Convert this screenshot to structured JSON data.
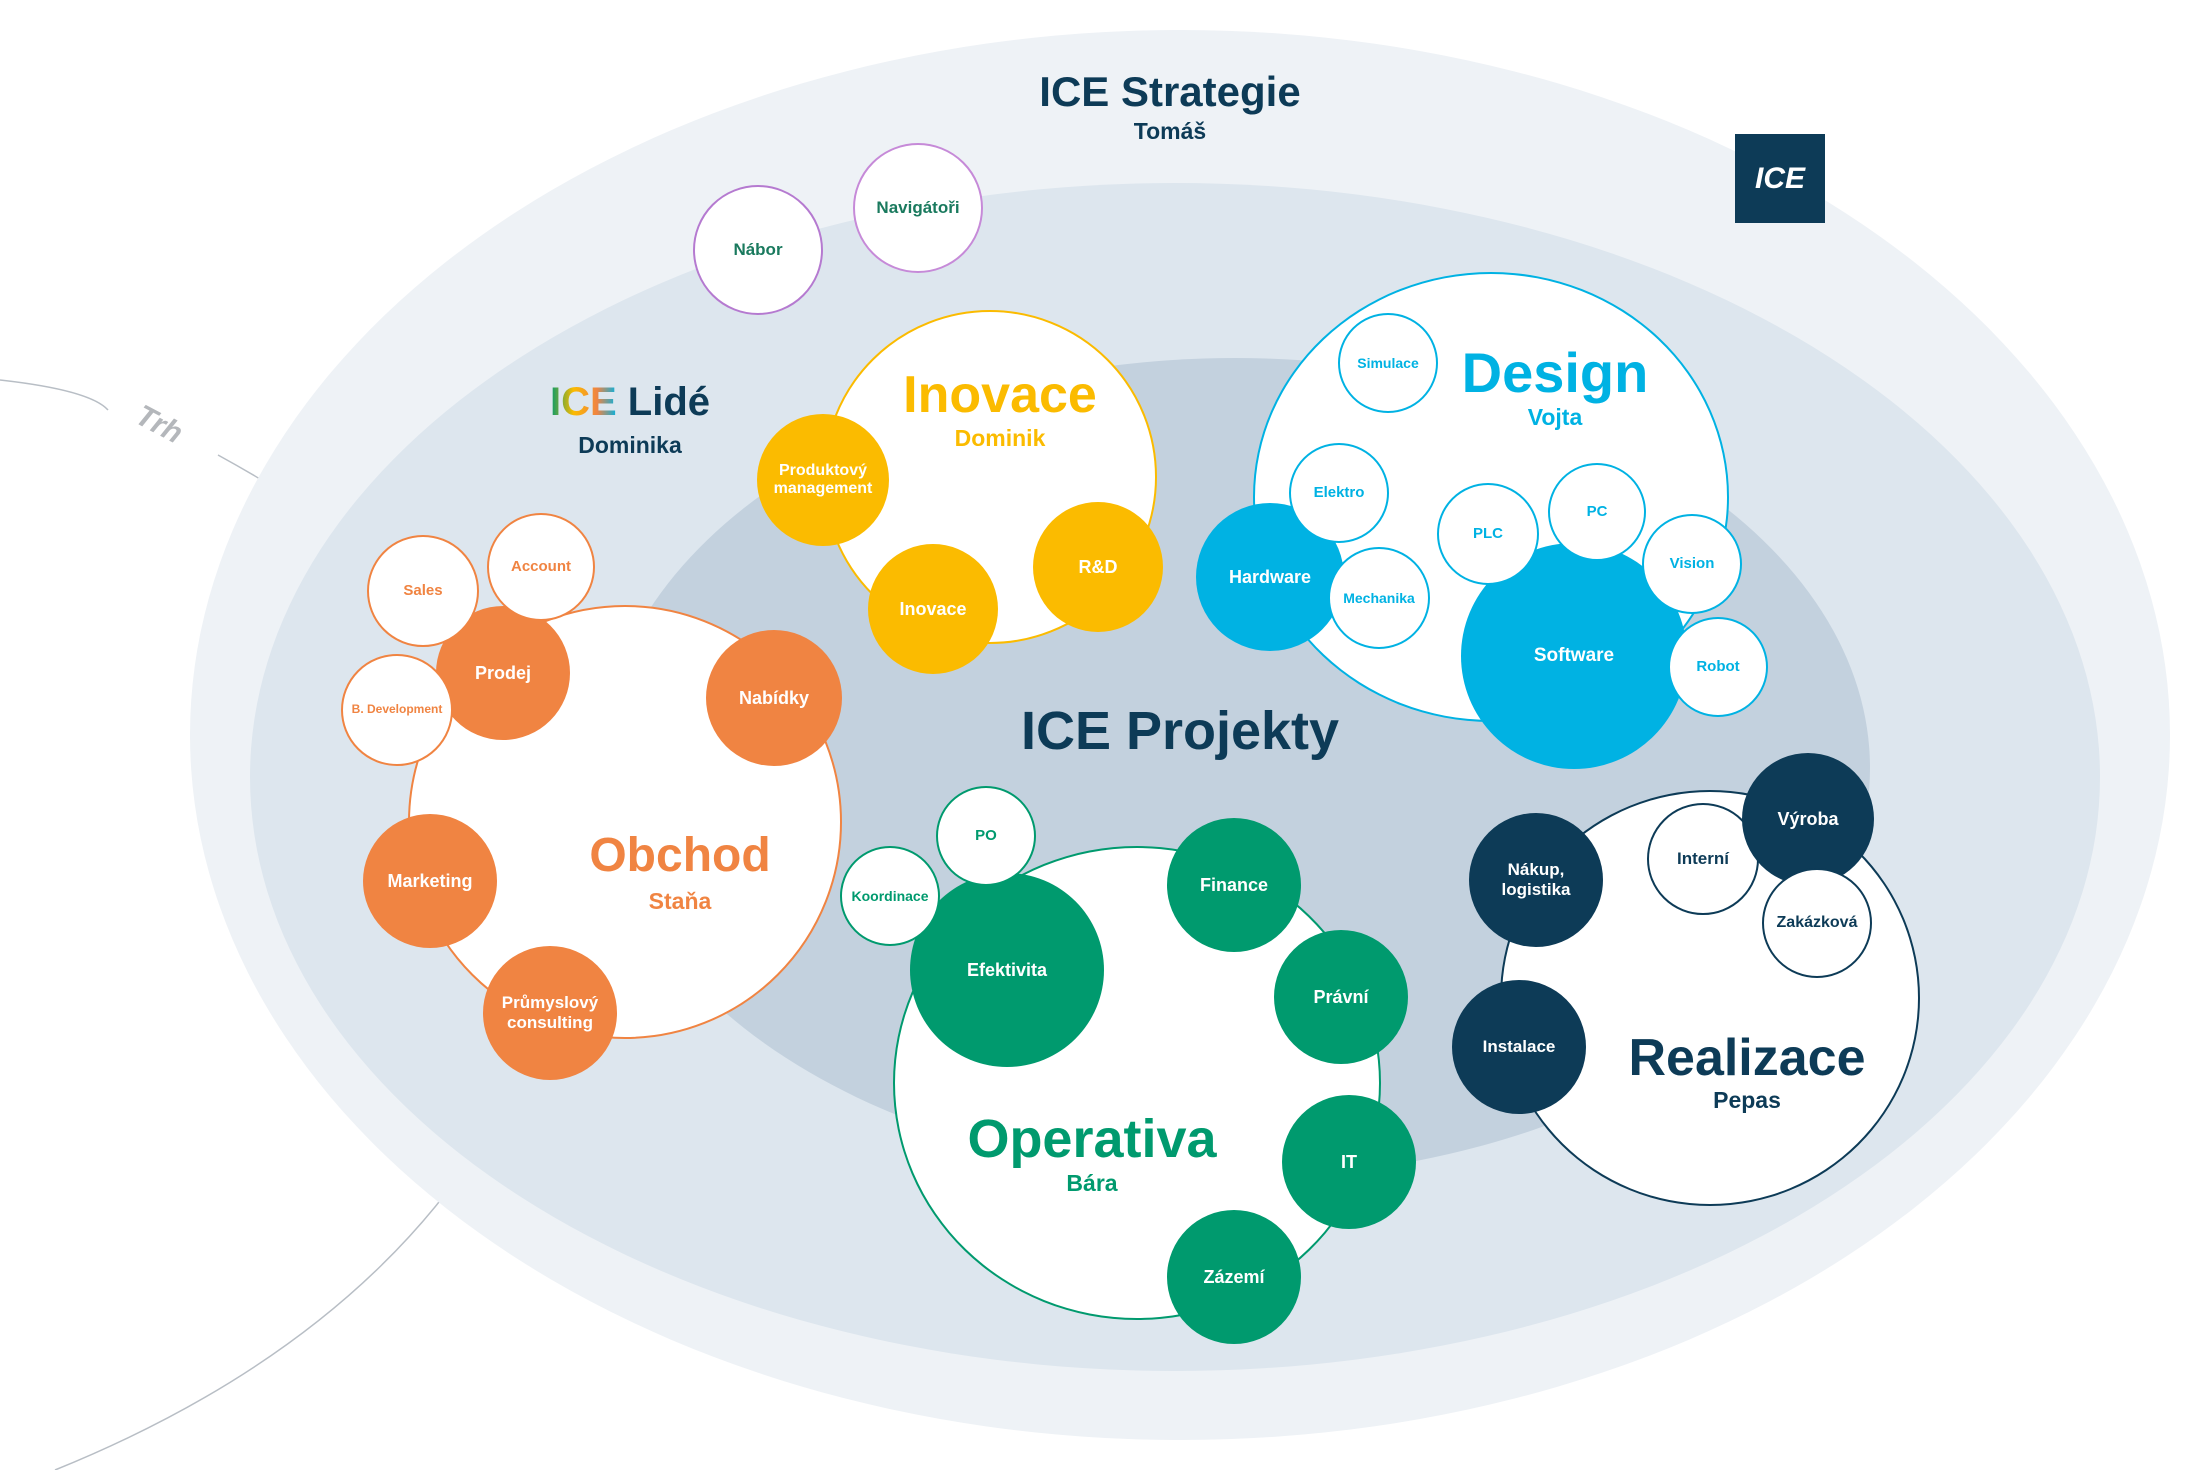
{
  "colors": {
    "obchod": "#f08442",
    "inovace": "#fbbb00",
    "design": "#00b2e3",
    "operativa": "#009a6e",
    "realizace": "#0d3b57",
    "lide": "#1a7a5e",
    "navy": "#0d3b57",
    "ring_outer": "#eef2f6",
    "ring_middle": "#dde6ee",
    "ring_inner": "#c3d1de"
  },
  "strategie": {
    "title": "ICE Strategie",
    "lead": "Tomáš"
  },
  "lide": {
    "title_ice": "ICE",
    "title_rest": "Lidé",
    "lead": "Dominika",
    "units": [
      "Nábor",
      "Navigátoři"
    ]
  },
  "projekty": {
    "title": "ICE Projekty"
  },
  "market": {
    "label": "Trh"
  },
  "logo": {
    "text": "ICE"
  },
  "obchod": {
    "title": "Obchod",
    "lead": "Staňa",
    "units": [
      "Sales",
      "Account",
      "Prodej",
      "B. Development",
      "Nabídky",
      "Marketing",
      "Průmyslový\nconsulting"
    ]
  },
  "inovace": {
    "title": "Inovace",
    "lead": "Dominik",
    "units": [
      "Produktový\nmanagement",
      "Inovace",
      "R&D"
    ]
  },
  "design": {
    "title": "Design",
    "lead": "Vojta",
    "units": [
      "Simulace",
      "Elektro",
      "Hardware",
      "Mechanika",
      "PLC",
      "PC",
      "Vision",
      "Software",
      "Robot"
    ]
  },
  "operativa": {
    "title": "Operativa",
    "lead": "Bára",
    "units": [
      "PO",
      "Koordinace",
      "Efektivita",
      "Finance",
      "Právní",
      "IT",
      "Zázemí"
    ]
  },
  "realizace": {
    "title": "Realizace",
    "lead": "Pepas",
    "units": [
      "Nákup,\nlogistika",
      "Interní",
      "Výroba",
      "Zakázková",
      "Instalace"
    ]
  }
}
